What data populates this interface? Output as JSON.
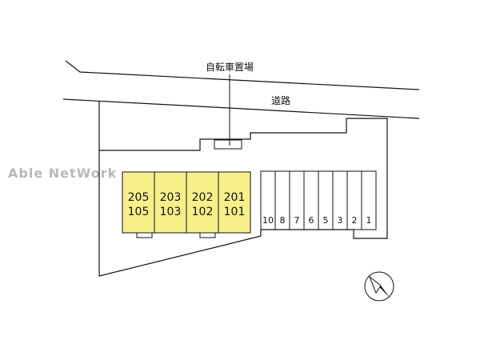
{
  "watermark": "Able NetWork",
  "labels": {
    "bicycle_parking": "自転車置場",
    "road": "道路"
  },
  "units": [
    {
      "upper": "205",
      "lower": "105"
    },
    {
      "upper": "203",
      "lower": "103"
    },
    {
      "upper": "202",
      "lower": "102"
    },
    {
      "upper": "201",
      "lower": "101"
    }
  ],
  "parking_slots": [
    "10",
    "8",
    "7",
    "6",
    "5",
    "3",
    "2",
    "1"
  ],
  "compass": "north-arrow-icon",
  "colors": {
    "building_fill": "#f7ef8a",
    "line": "#111111",
    "watermark": "#b9b9b9"
  }
}
